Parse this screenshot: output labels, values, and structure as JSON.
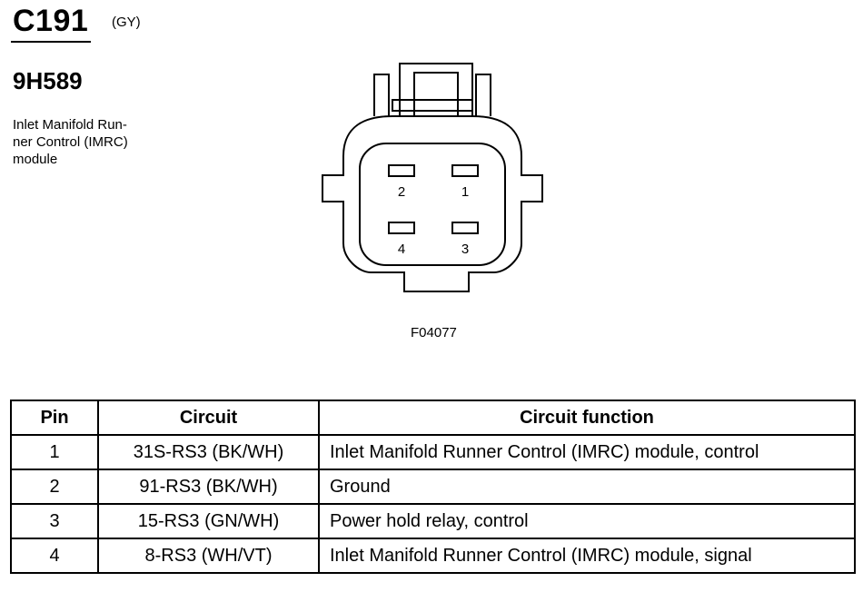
{
  "header": {
    "connector_id": "C191",
    "color_code": "(GY)",
    "part_number": "9H589",
    "description_lines": [
      "Inlet Manifold Run-",
      "ner Control (IMRC)",
      "module"
    ]
  },
  "diagram": {
    "pin_labels": [
      "2",
      "1",
      "4",
      "3"
    ],
    "figure_code": "F04077"
  },
  "table": {
    "headers": {
      "pin": "Pin",
      "circuit": "Circuit",
      "function": "Circuit function"
    },
    "rows": [
      {
        "pin": "1",
        "circuit": "31S-RS3 (BK/WH)",
        "function": "Inlet Manifold Runner Control (IMRC) module, control"
      },
      {
        "pin": "2",
        "circuit": "91-RS3 (BK/WH)",
        "function": "Ground"
      },
      {
        "pin": "3",
        "circuit": "15-RS3 (GN/WH)",
        "function": "Power hold relay, control"
      },
      {
        "pin": "4",
        "circuit": "8-RS3 (WH/VT)",
        "function": "Inlet Manifold Runner Control (IMRC) module, signal"
      }
    ]
  }
}
